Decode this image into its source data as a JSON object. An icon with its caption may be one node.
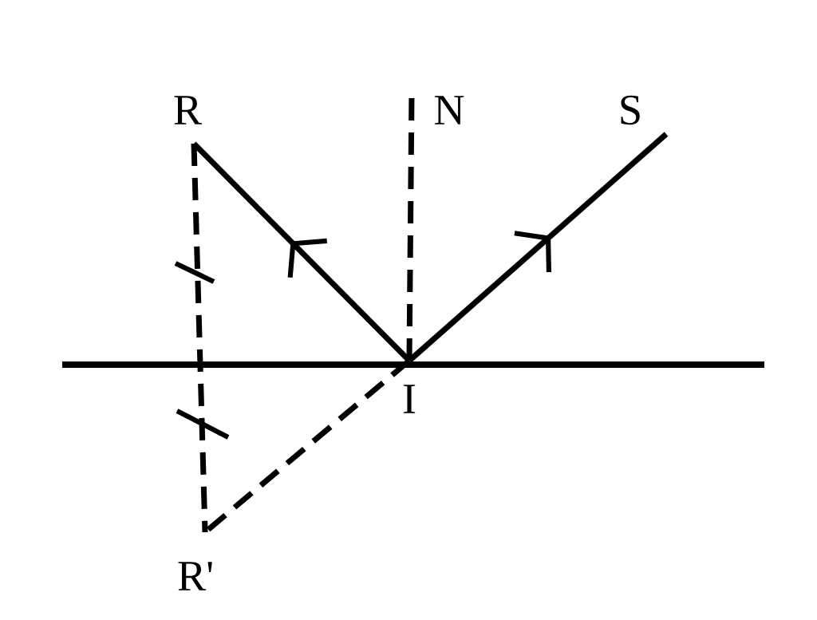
{
  "diagram": {
    "nodes": [
      {
        "text": [
          "R"
        ]
      },
      {
        "text": [
          "N"
        ]
      },
      {
        "text": [
          "S"
        ]
      },
      {
        "text": [
          "I"
        ]
      },
      {
        "text": [
          "R'"
        ]
      }
    ],
    "edges": [
      {
        "from": 3,
        "to": 0,
        "arrow": "to"
      },
      {
        "from": 3,
        "to": 2,
        "arrow": "to"
      },
      {
        "from": 0,
        "to": 4,
        "arrow": "none",
        "style": "dashed"
      },
      {
        "from": 3,
        "to": 1,
        "arrow": "none",
        "style": "dashed"
      },
      {
        "from": 3,
        "to": 4,
        "arrow": "none",
        "style": "dashed"
      }
    ]
  }
}
